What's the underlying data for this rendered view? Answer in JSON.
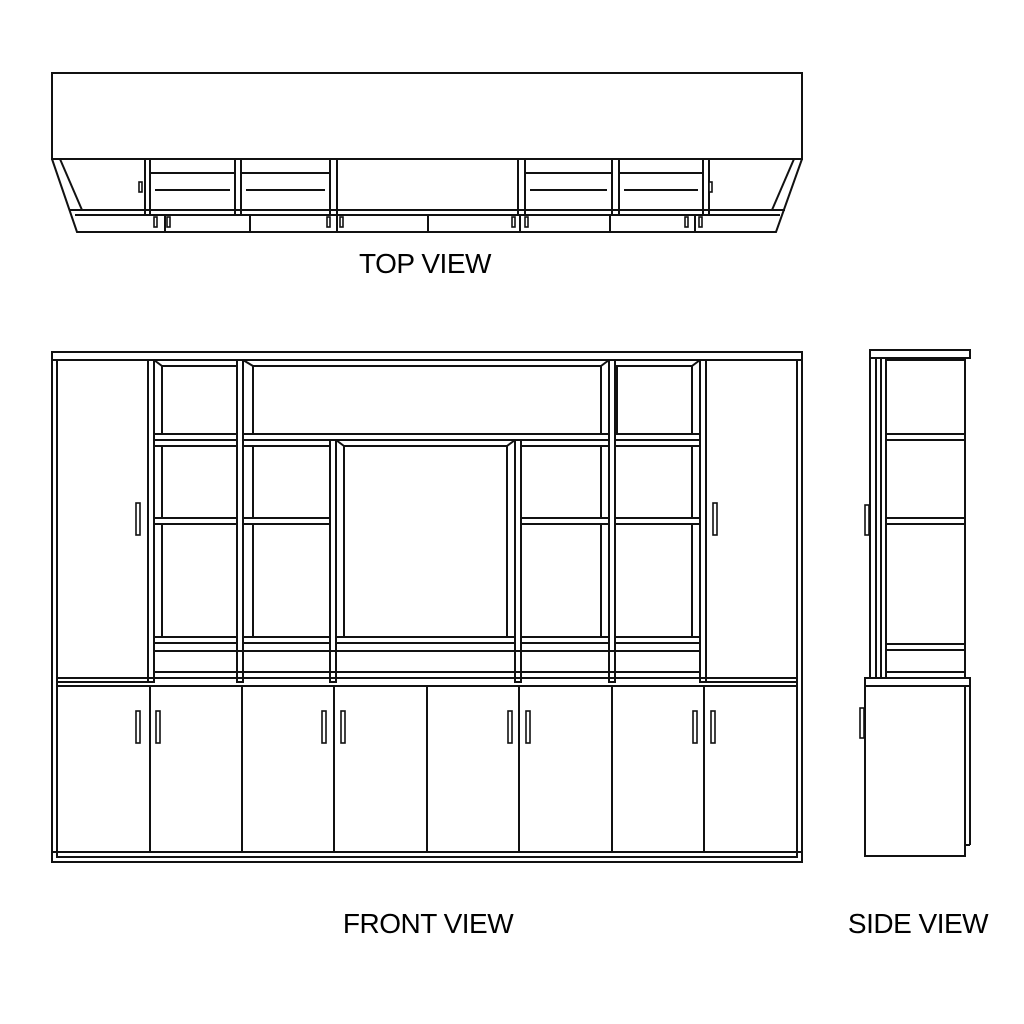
{
  "labels": {
    "top_view": "TOP VIEW",
    "front_view": "FRONT VIEW",
    "side_view": "SIDE VIEW"
  },
  "colors": {
    "line": "#111111",
    "background": "#ffffff"
  }
}
